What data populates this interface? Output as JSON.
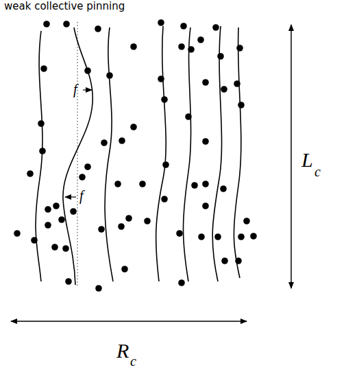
{
  "diagram": {
    "title": "weak collective pinning",
    "labels": [
      "f",
      "f",
      "L",
      "c",
      "R",
      "c"
    ]
  }
}
